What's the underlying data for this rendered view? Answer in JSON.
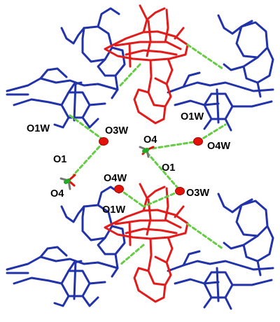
{
  "colors": {
    "ligand_blue": "#2233aa",
    "complex_red": "#e21b1b",
    "hbond_green": "#66cc44",
    "oxygen_red": "#e3120b",
    "chlorine_green": "#22aa22",
    "bond_gray": "#777777"
  },
  "labels": {
    "o1w_upper_left": "O1W",
    "o3w_upper_left": "O3W",
    "o1_left": "O1",
    "o4w_left": "O4W",
    "o4_left": "O4",
    "o1w_mid": "O1W",
    "o1w_upper_right": "O1W",
    "o4_right": "O4",
    "o4w_right": "O4W",
    "o1_right": "O1",
    "o3w_right": "O3W"
  }
}
